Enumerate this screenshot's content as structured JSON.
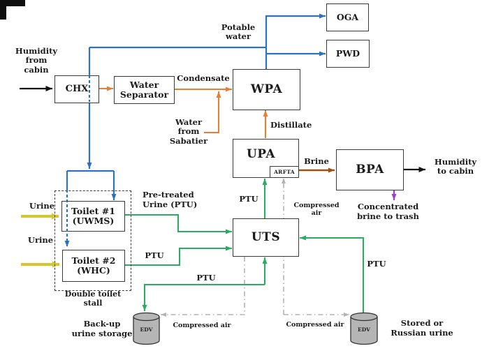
{
  "colors": {
    "blue": "#2b72c2",
    "orange": "#ed7d31",
    "green": "#2aad5f",
    "grey": "#b3b3b3",
    "black": "#141414",
    "brown": "#a14e14",
    "purple": "#9b3fd1",
    "yellow": "#d4c728",
    "cylinder_fill": "#b5b5b5",
    "box_border": "#3a3a3a"
  },
  "boxes": {
    "chx": "CHX",
    "water_separator": [
      "Water",
      "Separator"
    ],
    "wpa": "WPA",
    "oga": "OGA",
    "pwd": "PWD",
    "upa": "UPA",
    "arfta": "ARFTA",
    "bpa": "BPA",
    "uts": "UTS",
    "toilet1": [
      "Toilet #1",
      "(UWMS)"
    ],
    "toilet2": [
      "Toilet #2",
      "(WHC)"
    ],
    "edv_backup": "EDV",
    "edv_stored": "EDV",
    "stall_caption": "Double toilet stall"
  },
  "labels": {
    "humidity_from_cabin": [
      "Humidity",
      "from",
      "cabin"
    ],
    "potable_water": [
      "Potable",
      "water"
    ],
    "condensate": "Condensate",
    "water_from_sabatier": [
      "Water",
      "from",
      "Sabatier"
    ],
    "distillate": "Distillate",
    "brine": "Brine",
    "humidity_to_cabin": [
      "Humidity",
      "to cabin"
    ],
    "concentrated_brine": [
      "Concentrated",
      "brine  to trash"
    ],
    "pretreated_urine": [
      "Pre-treated",
      "Urine (PTU)"
    ],
    "ptu_toilet2": "PTU",
    "ptu_upa": "PTU",
    "ptu_bottom": "PTU",
    "ptu_right": "PTU",
    "compressed_air_upper": "Compressed air",
    "compressed_air_left": "Compressed air",
    "compressed_air_right": "Compressed air",
    "urine_1": "Urine",
    "urine_2": "Urine",
    "backup_storage": [
      "Back-up",
      "urine storage"
    ],
    "stored_urine": [
      "Stored or",
      "Russian urine"
    ]
  }
}
